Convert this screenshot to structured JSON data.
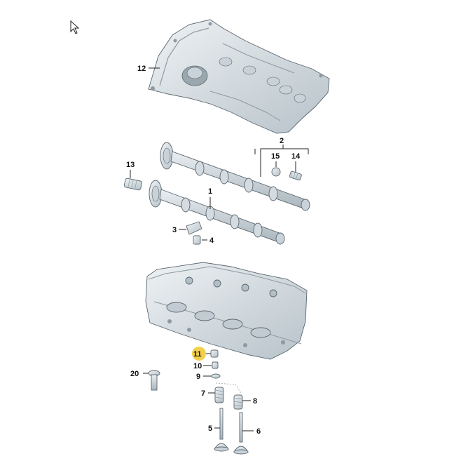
{
  "diagram": {
    "highlight_color": "#f2d04b",
    "part_fill": "#dfe6ea",
    "part_shade": "#b9c4cb",
    "part_dark": "#8d9aa3",
    "highlighted_callout": "11",
    "callouts": {
      "c1": "1",
      "c2": "2",
      "c3": "3",
      "c4": "4",
      "c5": "5",
      "c6": "6",
      "c7": "7",
      "c8": "8",
      "c9": "9",
      "c10": "10",
      "c11": "11",
      "c12": "12",
      "c13": "13",
      "c14": "14",
      "c15": "15",
      "c20": "20"
    }
  },
  "cursor_icon": "arrow-pointer-icon"
}
